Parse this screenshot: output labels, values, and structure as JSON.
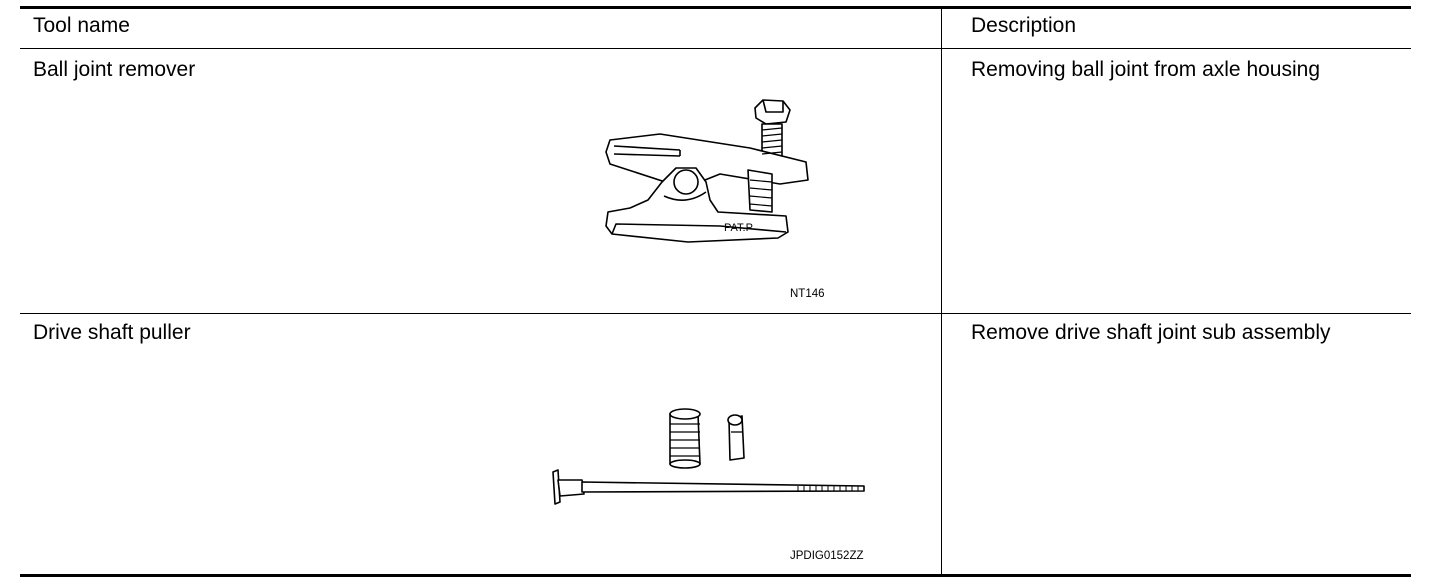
{
  "table": {
    "headers": {
      "tool_name": "Tool name",
      "description": "Description"
    },
    "rows": [
      {
        "tool_name": "Ball joint remover",
        "description": "Removing ball joint from axle housing",
        "figure_code": "NT146",
        "figure_marking": "PAT.P",
        "figure_icon": "ball-joint-remover-icon"
      },
      {
        "tool_name": "Drive shaft puller",
        "description": "Remove drive shaft joint sub assembly",
        "figure_code": "JPDIG0152ZZ",
        "figure_icon": "drive-shaft-puller-icon"
      }
    ]
  }
}
